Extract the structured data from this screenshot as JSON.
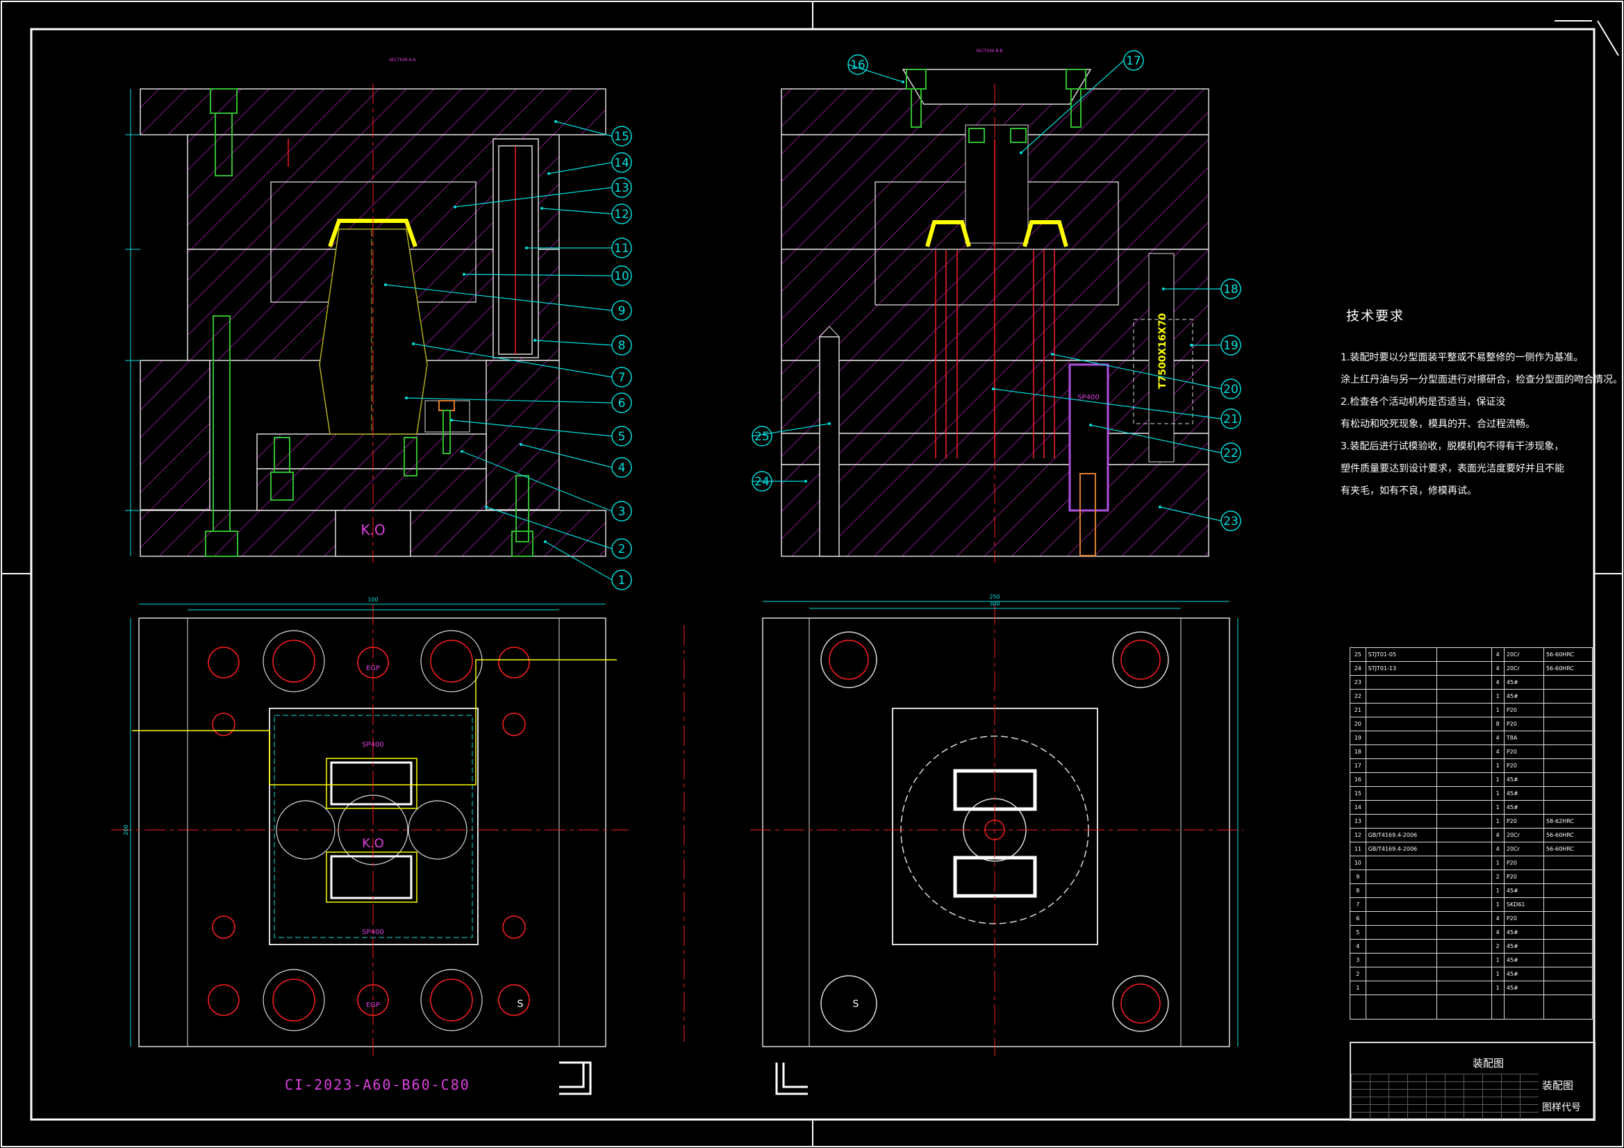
{
  "sheet": {
    "background": "#000000",
    "frame_color": "#ffffff"
  },
  "colors": {
    "hatch": "#b020b0",
    "cyan": "#00e0e0",
    "green": "#30c030",
    "yellow": "#ffff00",
    "red": "#ff2020",
    "magenta": "#e040e0",
    "orange": "#e08030",
    "olive": "#b0b020"
  },
  "section_label_left": "SECTION A-A",
  "section_label_right": "SECTION B-B",
  "balloons": [
    "1",
    "2",
    "3",
    "4",
    "5",
    "6",
    "7",
    "8",
    "9",
    "10",
    "11",
    "12",
    "13",
    "14",
    "15",
    "16",
    "17",
    "18",
    "19",
    "20",
    "21",
    "22",
    "23",
    "24",
    "25"
  ],
  "labels": {
    "ko": "K.O",
    "spr1": "SP400",
    "spr2": "SP400",
    "spr3": "SP400",
    "egp1": "EGP",
    "egp2": "EGP",
    "s_mark": "S",
    "vertical_yellow": "T7500X16X70"
  },
  "dims": {
    "d1": "100",
    "d2": "250",
    "d3": "300",
    "d4": "200"
  },
  "drawing_code": "CI-2023-A60-B60-C80",
  "tech_requirements": {
    "title": "技术要求",
    "lines": [
      "1.装配时要以分型面装平整或不易整修的一侧作为基准。",
      "涂上红丹油与另一分型面进行对擦研合，检查分型面的吻合情况。",
      "2.检查各个活动机构是否适当，保证没",
      "有松动和咬死现象，模具的开、合过程流畅。",
      "3.装配后进行试模验收，脱模机构不得有干涉现象，",
      "塑件质量要达到设计要求，表面光洁度要好并且不能",
      "有夹毛，如有不良，修模再试。"
    ]
  },
  "bom": [
    [
      "25",
      "STJT01-05",
      "",
      "4",
      "20Cr",
      "56-60HRC"
    ],
    [
      "24",
      "STJT01-13",
      "",
      "4",
      "20Cr",
      "56-60HRC"
    ],
    [
      "23",
      "",
      "",
      "4",
      "45#",
      ""
    ],
    [
      "22",
      "",
      "",
      "1",
      "45#",
      ""
    ],
    [
      "21",
      "",
      "",
      "1",
      "P20",
      ""
    ],
    [
      "20",
      "",
      "",
      "8",
      "P20",
      ""
    ],
    [
      "19",
      "",
      "",
      "4",
      "T8A",
      ""
    ],
    [
      "18",
      "",
      "",
      "4",
      "P20",
      ""
    ],
    [
      "17",
      "",
      "",
      "1",
      "P20",
      ""
    ],
    [
      "16",
      "",
      "",
      "1",
      "45#",
      ""
    ],
    [
      "15",
      "",
      "",
      "1",
      "45#",
      ""
    ],
    [
      "14",
      "",
      "",
      "1",
      "45#",
      ""
    ],
    [
      "13",
      "",
      "",
      "1",
      "P20",
      "58-62HRC"
    ],
    [
      "12",
      "GB/T4169.4-2006",
      "",
      "4",
      "20Cr",
      "56-60HRC"
    ],
    [
      "11",
      "GB/T4169.4-2006",
      "",
      "4",
      "20Cr",
      "56-60HRC"
    ],
    [
      "10",
      "",
      "",
      "1",
      "P20",
      ""
    ],
    [
      "9",
      "",
      "",
      "2",
      "P20",
      ""
    ],
    [
      "8",
      "",
      "",
      "1",
      "45#",
      ""
    ],
    [
      "7",
      "",
      "",
      "1",
      "SKD61",
      ""
    ],
    [
      "6",
      "",
      "",
      "4",
      "P20",
      ""
    ],
    [
      "5",
      "",
      "",
      "4",
      "45#",
      ""
    ],
    [
      "4",
      "",
      "",
      "2",
      "45#",
      ""
    ],
    [
      "3",
      "",
      "",
      "1",
      "45#",
      ""
    ],
    [
      "2",
      "",
      "",
      "1",
      "45#",
      ""
    ],
    [
      "1",
      "",
      "",
      "1",
      "45#",
      ""
    ]
  ],
  "title_block": {
    "name1": "装配图",
    "name2": "装配图",
    "drawing_no": "图样代号"
  }
}
